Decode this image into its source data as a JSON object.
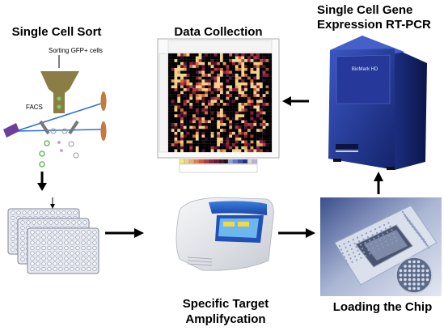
{
  "title": "Single Cell Sort",
  "steps": {
    "data_collection": "Data Collection",
    "rt_pcr_line1": "Single Cell Gene",
    "rt_pcr_line2": "Expression RT-PCR",
    "amplification_line1": "Specific Target",
    "amplification_line2": "Amplifycation",
    "loading": "Loading the Chip"
  },
  "facs": {
    "sorting_label": "Sorting GFP+ cells",
    "facs_label": "FACS"
  },
  "instrument_brand": "BioMark HD",
  "colors": {
    "heatmap_low": "#000000",
    "heatmap_mid": "#8a1f3a",
    "heatmap_high": "#f2d18a",
    "instrument_blue": "#1c2f86",
    "arrow": "#000000"
  }
}
